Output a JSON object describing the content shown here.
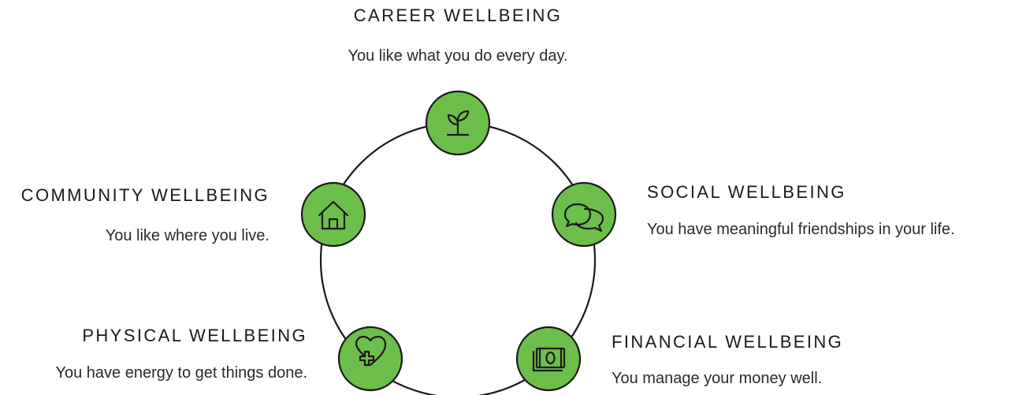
{
  "colors": {
    "node_fill": "#6cbf4b",
    "stroke": "#1a1a1a",
    "background": "#ffffff"
  },
  "nodes": [
    {
      "key": "career",
      "icon": "sprout-icon",
      "title": "CAREER WELLBEING",
      "description": "You like what you do every day."
    },
    {
      "key": "social",
      "icon": "chat-bubbles-icon",
      "title": "SOCIAL WELLBEING",
      "description": "You have meaningful friendships in your life."
    },
    {
      "key": "financial",
      "icon": "money-bill-icon",
      "title": "FINANCIAL WELLBEING",
      "description": "You manage your money well."
    },
    {
      "key": "physical",
      "icon": "heart-plus-icon",
      "title": "PHYSICAL WELLBEING",
      "description": "You have energy to get things done."
    },
    {
      "key": "community",
      "icon": "house-icon",
      "title": "COMMUNITY WELLBEING",
      "description": "You like where you live."
    }
  ]
}
